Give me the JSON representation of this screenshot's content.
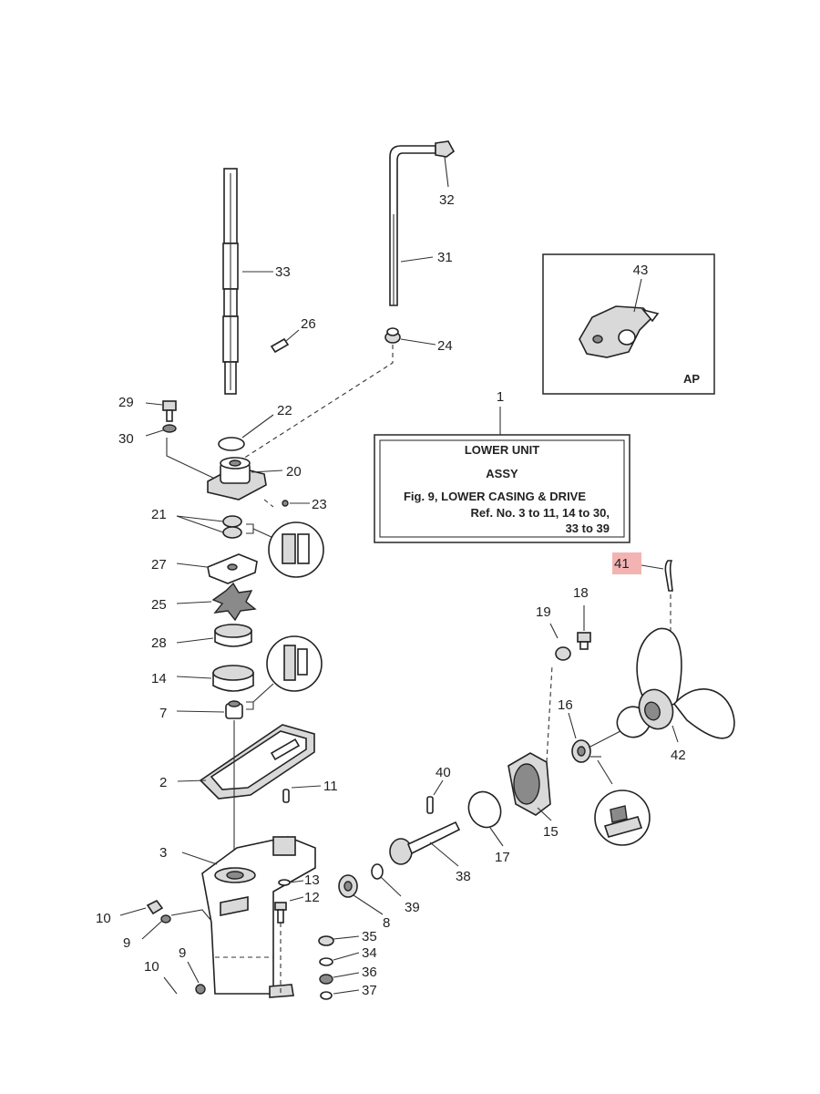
{
  "info_box": {
    "ref_number": "1",
    "title_line1": "LOWER UNIT",
    "title_line2": "ASSY",
    "fig_line": "Fig. 9, LOWER CASING & DRIVE",
    "ref_line1": "Ref. No. 3 to 11, 14 to 30,",
    "ref_line2": "33 to 39"
  },
  "inset": {
    "part_number": "43",
    "label": "AP"
  },
  "highlight_color": "#f4b3b3",
  "highlighted_part": "41",
  "callouts": {
    "c2": "2",
    "c3": "3",
    "c7": "7",
    "c8": "8",
    "c9a": "9",
    "c9b": "9",
    "c10a": "10",
    "c10b": "10",
    "c11": "11",
    "c12": "12",
    "c13": "13",
    "c14": "14",
    "c15": "15",
    "c16": "16",
    "c17": "17",
    "c18": "18",
    "c19": "19",
    "c20": "20",
    "c21": "21",
    "c22": "22",
    "c23": "23",
    "c24": "24",
    "c25": "25",
    "c26": "26",
    "c27": "27",
    "c28": "28",
    "c29": "29",
    "c30": "30",
    "c31": "31",
    "c32": "32",
    "c33": "33",
    "c34": "34",
    "c35": "35",
    "c36": "36",
    "c37": "37",
    "c38": "38",
    "c39": "39",
    "c40": "40",
    "c41": "41",
    "c42": "42"
  }
}
